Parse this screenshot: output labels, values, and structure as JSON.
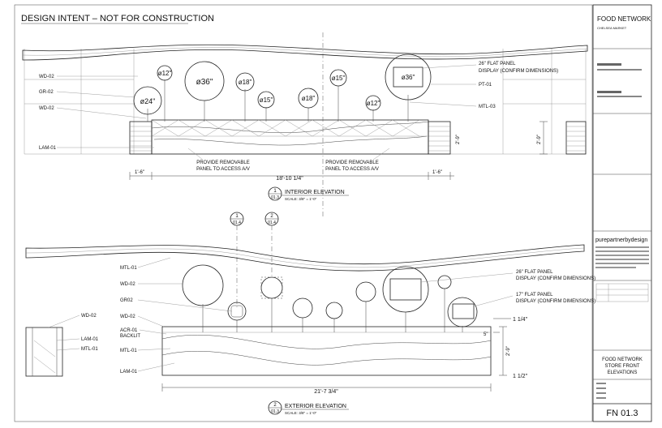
{
  "header": {
    "title": "DESIGN INTENT – NOT FOR CONSTRUCTION"
  },
  "interior": {
    "left_labels": [
      "WD-02",
      "GR-02",
      "WD-02",
      "LAM-01"
    ],
    "circles": [
      "ø12\"",
      "ø36\"",
      "ø18\"",
      "ø15\"",
      "ø18\"",
      "ø15\"",
      "ø12\"",
      "ø24\"",
      "ø36\""
    ],
    "right_labels": [
      "26\" FLAT PANEL",
      "DISPLAY (CONFIRM DIMENSIONS)",
      "PT-01",
      "MTL-03"
    ],
    "notes": [
      "PROVIDE REMOVABLE",
      "PANEL TO ACCESS A/V"
    ],
    "dims": {
      "left": "1'-6\"",
      "middle": "18'-10 1/4\"",
      "right": "1'-6\"",
      "vertical": "2'-9\""
    },
    "tag": {
      "number": "1",
      "sheet": "01.3"
    },
    "title": "INTERIOR ELEVATION",
    "scale": "SCALE: 3/8\" = 1'-0\""
  },
  "exterior": {
    "section_tags": [
      {
        "number": "1",
        "sheet": "01.4"
      },
      {
        "number": "2",
        "sheet": "01.4"
      }
    ],
    "left_labels": [
      "MTL-01",
      "WD-02",
      "GR02",
      "WD-02",
      "ACR-01",
      "BACKLIT",
      "MTL-01",
      "LAM-01"
    ],
    "detail_labels": [
      "WD-02",
      "LAM-01",
      "MTL-01"
    ],
    "right_labels": [
      "26\" FLAT PANEL",
      "DISPLAY (CONFIRM DIMENSIONS)",
      "17\" FLAT PANEL",
      "DISPLAY (CONFIRM DIMENSIONS)"
    ],
    "dims": {
      "width": "21'-7 3/4\"",
      "right_top": "1 1/4\"",
      "right_mid": "5\"",
      "right_bottom": "1 1/2\"",
      "vertical": "2'-9\""
    },
    "tag": {
      "number": "2",
      "sheet": "01.3"
    },
    "title": "EXTERIOR ELEVATION",
    "scale": "SCALE: 3/8\" = 1'-0\""
  },
  "title_block": {
    "client": "FOOD NETWORK",
    "location": "CHELSEA MARKET",
    "firm": "purepartnerbydesign",
    "sheet_title": [
      "FOOD NETWORK",
      "STORE FRONT",
      "ELEVATIONS"
    ],
    "sheet_number": "FN 01.3"
  }
}
